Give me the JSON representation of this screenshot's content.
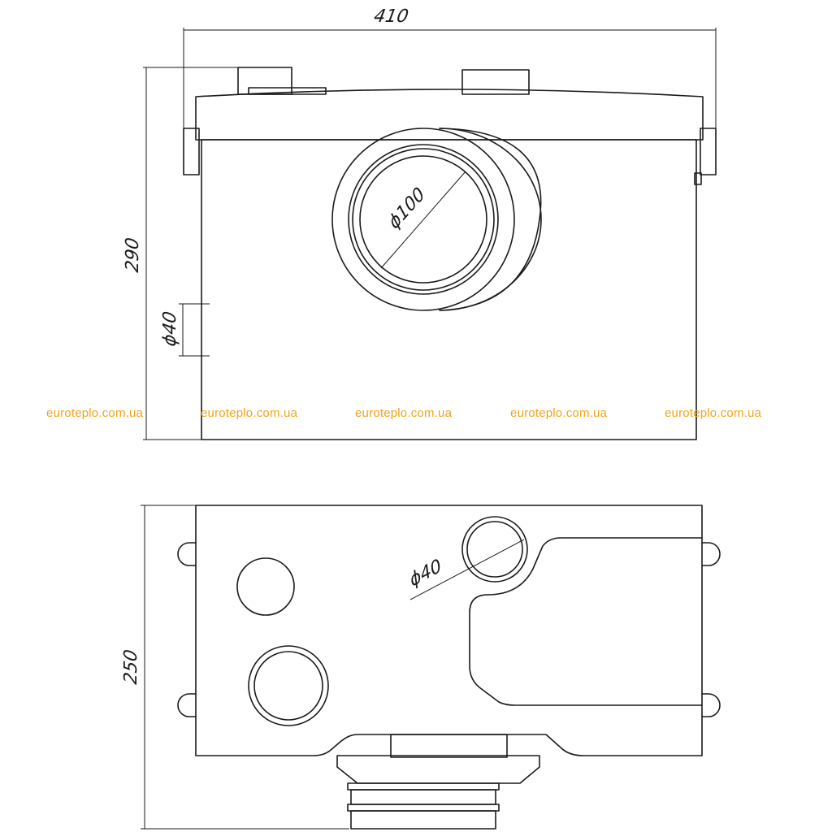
{
  "dimensions": {
    "width_top": "410",
    "height_front": "290",
    "outlet_diameter": "ϕ100",
    "inlet_diameter_side": "ϕ40",
    "depth": "250",
    "inlet_diameter_top": "ϕ40"
  },
  "watermarks": [
    "euroteplo.com.ua",
    "euroteplo.com.ua",
    "euroteplo.com.ua",
    "euroteplo.com.ua",
    "euroteplo.com.ua"
  ],
  "colors": {
    "line": "#1a1a1a",
    "watermark": "#f5a21b"
  }
}
